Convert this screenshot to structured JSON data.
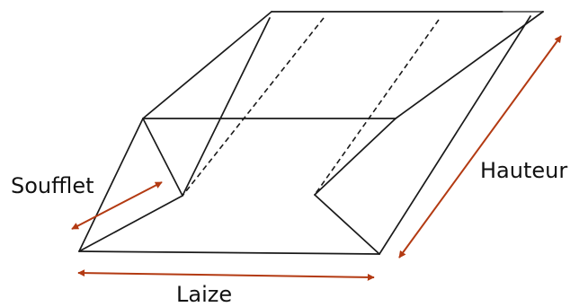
{
  "labels": {
    "soufflet": "Soufflet",
    "hauteur": "Hauteur",
    "laize": "Laize"
  },
  "colors": {
    "outline": "#1a1a1a",
    "dimension_arrow": "#b33a12",
    "text": "#111111"
  }
}
